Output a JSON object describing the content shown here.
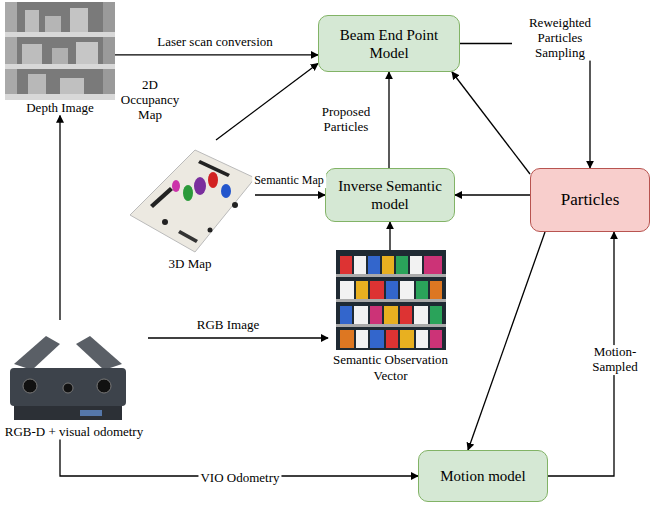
{
  "diagram": {
    "nodes": [
      {
        "text": [
          "Depth Image"
        ]
      },
      {
        "text": [
          "Beam End Point Model"
        ]
      },
      {
        "text": [
          "Inverse Semantic model"
        ]
      },
      {
        "text": [
          "3D Map"
        ]
      },
      {
        "text": [
          "Particles"
        ]
      },
      {
        "text": [
          "RGB-D + visual odometry"
        ]
      },
      {
        "text": [
          "Semantic Observation Vector"
        ]
      },
      {
        "text": [
          "Motion model"
        ]
      }
    ],
    "edges": [
      {
        "from": 0,
        "to": 1,
        "label": "Laser scan conversion",
        "arrow": "to"
      },
      {
        "from": 3,
        "to": 1,
        "label": "2D Occupancy Map",
        "arrow": "to"
      },
      {
        "from": 3,
        "to": 2,
        "label": "Semantic Map",
        "arrow": "to"
      },
      {
        "from": 5,
        "to": 0,
        "arrow": "to"
      },
      {
        "from": 5,
        "to": 6,
        "label": "RGB Image",
        "arrow": "to"
      },
      {
        "from": 6,
        "to": 2,
        "arrow": "to"
      },
      {
        "from": 2,
        "to": 1,
        "label": "Proposed Particles",
        "arrow": "to"
      },
      {
        "from": 1,
        "to": 4,
        "label": "Reweighted Particles Sampling",
        "arrow": "to"
      },
      {
        "from": 4,
        "to": 1,
        "arrow": "to"
      },
      {
        "from": 4,
        "to": 2,
        "arrow": "to"
      },
      {
        "from": 4,
        "to": 7,
        "arrow": "to"
      },
      {
        "from": 5,
        "to": 7,
        "label": "VIO Odometry",
        "arrow": "to"
      },
      {
        "from": 7,
        "to": 4,
        "label": "Motion-Sampled",
        "arrow": "to"
      }
    ]
  }
}
